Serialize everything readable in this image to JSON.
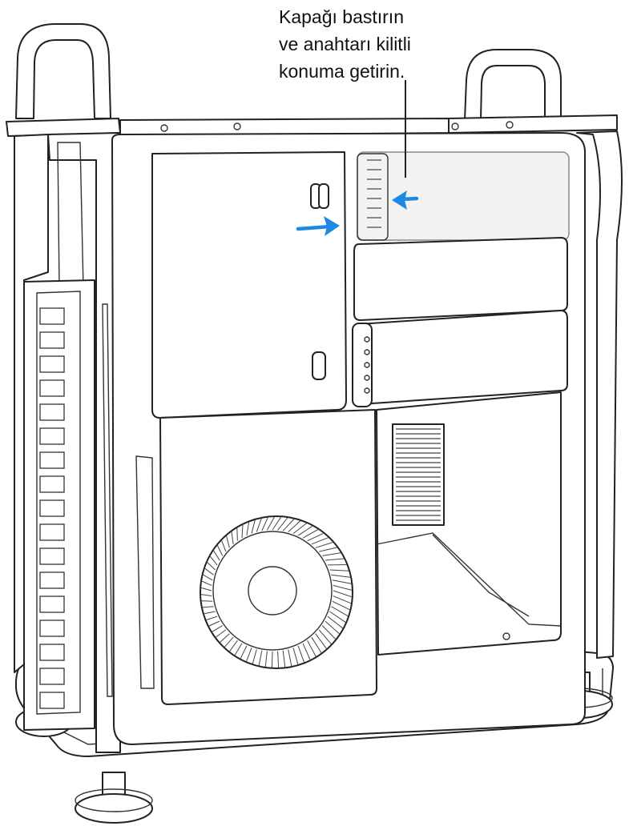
{
  "callout": {
    "lines": [
      "Kapağı bastırın",
      "ve anahtarı kilitli",
      "konuma getirin."
    ]
  },
  "colors": {
    "arrow": "#1E88E5",
    "highlight_fill": "#F2F2F2",
    "outline": "#222222"
  },
  "arrows": [
    {
      "name": "push-cover-arrow",
      "direction": "right"
    },
    {
      "name": "lock-latch-arrow",
      "direction": "left"
    }
  ]
}
